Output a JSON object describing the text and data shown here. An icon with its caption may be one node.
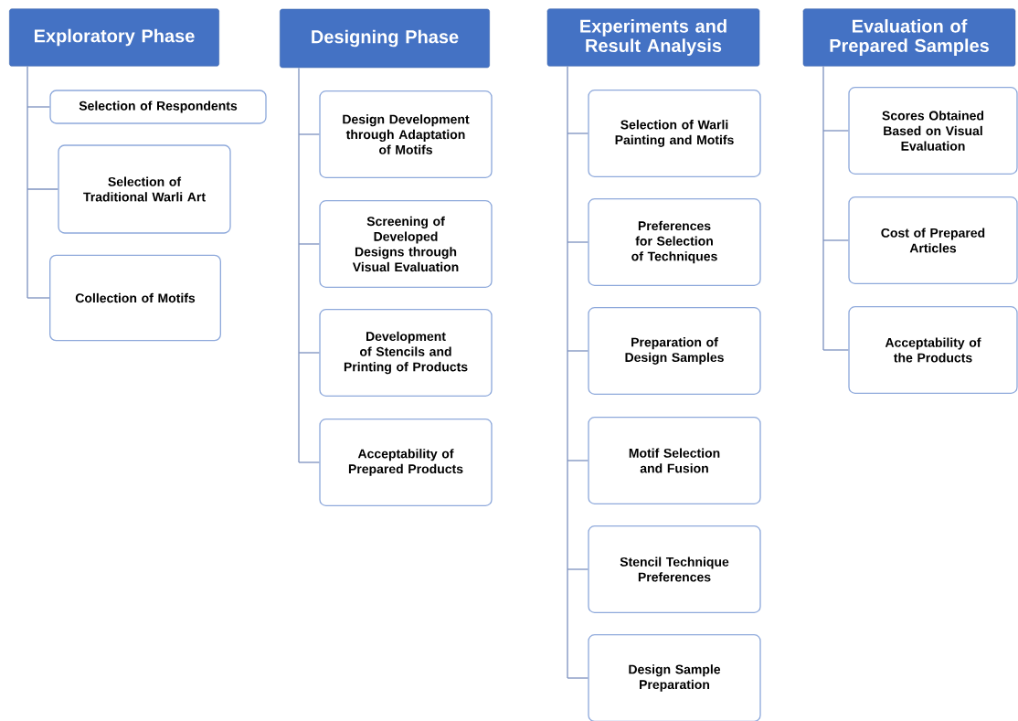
{
  "diagram": {
    "nodes": [
      {
        "text": [
          "Exploratory Phase"
        ]
      },
      {
        "text": [
          "Selection of Respondents"
        ]
      },
      {
        "text": [
          "Selection of Traditional Warli Art"
        ]
      },
      {
        "text": [
          "Collection of Motifs"
        ]
      },
      {
        "text": [
          "Designing Phase"
        ]
      },
      {
        "text": [
          "Design Development through Adaptation of Motifs"
        ]
      },
      {
        "text": [
          "Screening of Developed Designs through Visual Evaluation"
        ]
      },
      {
        "text": [
          "Development of Stencils and Printing of Products"
        ]
      },
      {
        "text": [
          "Acceptability of Prepared Products"
        ]
      },
      {
        "text": [
          "Experiments and Result Analysis"
        ]
      },
      {
        "text": [
          "Selection of Warli Painting and Motifs"
        ]
      },
      {
        "text": [
          "Preferences for Selection of Techniques"
        ]
      },
      {
        "text": [
          "Preparation of Design Samples"
        ]
      },
      {
        "text": [
          "Motif Selection and Fusion"
        ]
      },
      {
        "text": [
          "Stencil Technique Preferences"
        ]
      },
      {
        "text": [
          "Design Sample Preparation"
        ]
      },
      {
        "text": [
          "Evaluation of Prepared Samples"
        ]
      },
      {
        "text": [
          "Scores Obtained Based on Visual Evaluation"
        ]
      },
      {
        "text": [
          "Cost of Prepared Articles"
        ]
      },
      {
        "text": [
          "Acceptability of the Products"
        ]
      }
    ],
    "edges": [
      {
        "from": 0,
        "to": 1,
        "arrow": "none"
      },
      {
        "from": 0,
        "to": 2,
        "arrow": "none"
      },
      {
        "from": 0,
        "to": 3,
        "arrow": "none"
      },
      {
        "from": 4,
        "to": 5,
        "arrow": "none"
      },
      {
        "from": 4,
        "to": 6,
        "arrow": "none"
      },
      {
        "from": 4,
        "to": 7,
        "arrow": "none"
      },
      {
        "from": 4,
        "to": 8,
        "arrow": "none"
      },
      {
        "from": 9,
        "to": 10,
        "arrow": "none"
      },
      {
        "from": 9,
        "to": 11,
        "arrow": "none"
      },
      {
        "from": 9,
        "to": 12,
        "arrow": "none"
      },
      {
        "from": 9,
        "to": 13,
        "arrow": "none"
      },
      {
        "from": 9,
        "to": 14,
        "arrow": "none"
      },
      {
        "from": 9,
        "to": 15,
        "arrow": "none"
      },
      {
        "from": 16,
        "to": 17,
        "arrow": "none"
      },
      {
        "from": 16,
        "to": 18,
        "arrow": "none"
      },
      {
        "from": 16,
        "to": 19,
        "arrow": "none"
      }
    ]
  }
}
